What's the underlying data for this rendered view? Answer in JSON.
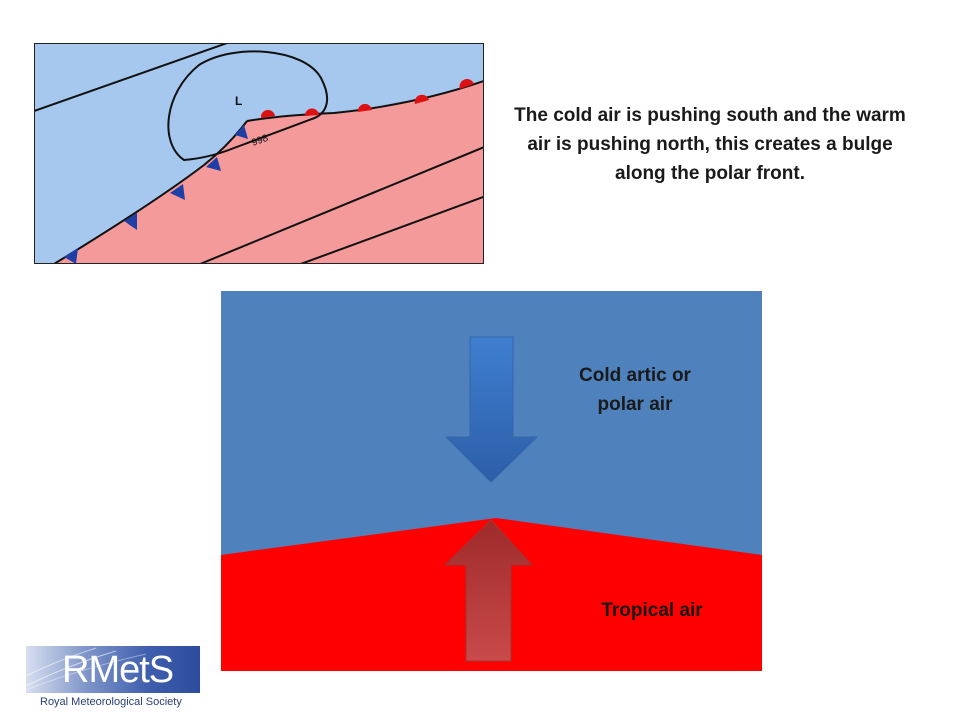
{
  "map": {
    "low_label": "L",
    "isobar_value": "998",
    "colors": {
      "cold_air": "#a6c8ee",
      "warm_air": "#f59a9a",
      "cold_front": "#1f3fa6",
      "warm_front": "#dd1111"
    }
  },
  "caption": {
    "text": "The cold air is pushing south and the warm air is pushing north, this creates a bulge along the polar front."
  },
  "diagram": {
    "cold_label_line1": "Cold artic or",
    "cold_label_line2": "polar air",
    "tropical_label": "Tropical air",
    "colors": {
      "cold": "#4f81bd",
      "tropical": "#ff0000",
      "down_arrow": "#3a6fba",
      "up_arrow": "#b93a3a"
    }
  },
  "logo": {
    "text": "RMetS",
    "subtitle": "Royal Meteorological Society"
  }
}
